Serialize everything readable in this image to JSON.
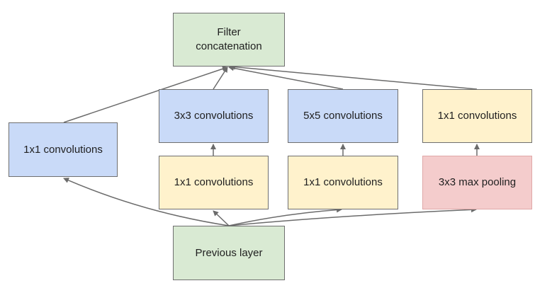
{
  "nodes": {
    "filter_concat": "Filter\nconcatenation",
    "conv1x1_left": "1x1 convolutions",
    "conv3x3": "3x3 convolutions",
    "conv5x5": "5x5 convolutions",
    "conv1x1_right": "1x1 convolutions",
    "conv1x1_mid1": "1x1 convolutions",
    "conv1x1_mid2": "1x1 convolutions",
    "maxpool": "3x3 max pooling",
    "prev_layer": "Previous layer"
  },
  "colors": {
    "green": "#d9ead3",
    "blue": "#c9daf8",
    "yellow": "#fff2cc",
    "red": "#f4cccc",
    "border": "#6f6f6f",
    "arrow": "#6b6b6b"
  }
}
